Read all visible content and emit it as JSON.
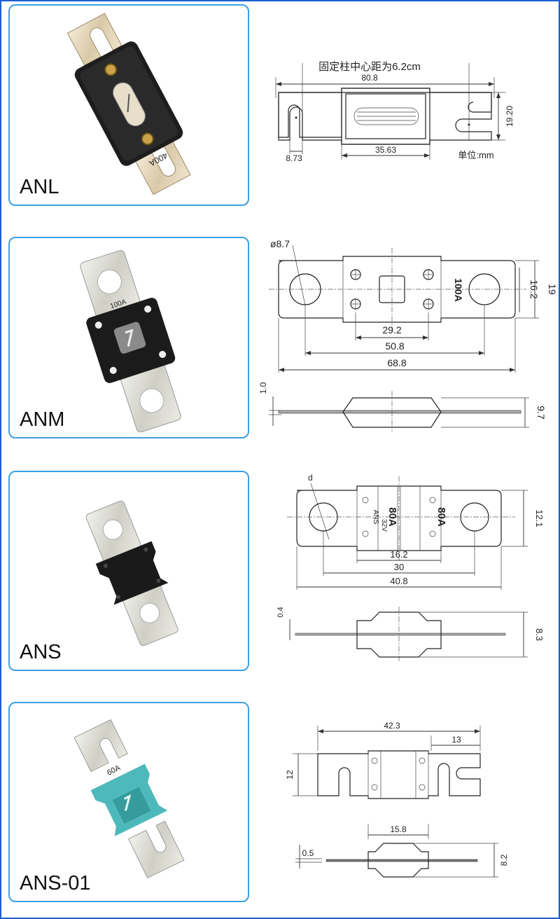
{
  "products": [
    {
      "name": "ANL",
      "photo_marking": "400A",
      "drawing": {
        "note": "固定柱中心距为6.2cm",
        "unit": "单位:mm",
        "dims": [
          "80.8",
          "19.20",
          "8.73",
          "35.63"
        ]
      }
    },
    {
      "name": "ANM",
      "photo_marking": "100A",
      "drawing": {
        "rating": "100A",
        "dims": [
          "ø8.7",
          "16.2",
          "19",
          "29.2",
          "50.8",
          "68.8",
          "1.0",
          "9.7"
        ]
      }
    },
    {
      "name": "ANS",
      "drawing": {
        "hole_label": "d",
        "body_text": [
          "ANS",
          "32V",
          "80A",
          "80A"
        ],
        "dims": [
          "12.1",
          "16.2",
          "30",
          "40.8",
          "0.4",
          "8.3"
        ]
      }
    },
    {
      "name": "ANS-01",
      "photo_marking": "60A",
      "drawing": {
        "dims": [
          "42.3",
          "13",
          "12",
          "15.8",
          "0.5",
          "8.2"
        ]
      }
    }
  ]
}
